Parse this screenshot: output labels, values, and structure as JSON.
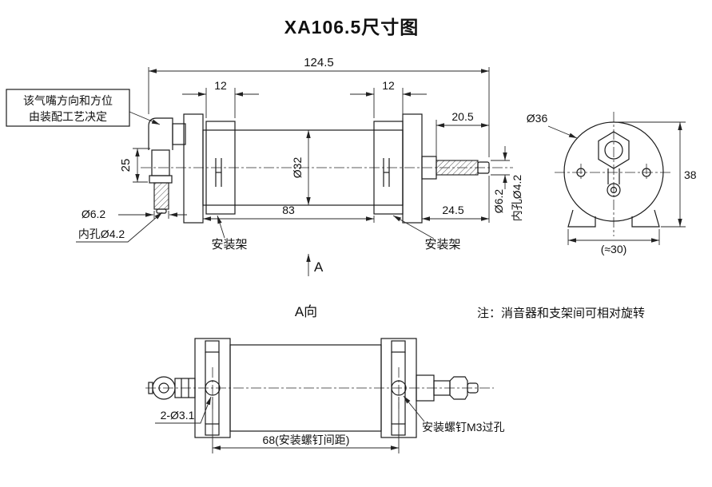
{
  "title": "XA106.5尺寸图",
  "callout": {
    "line1": "该气嘴方向和方位",
    "line2": "由装配工艺决定"
  },
  "main_view": {
    "dim_overall": "124.5",
    "dim_bracket_left": "12",
    "dim_bracket_right": "12",
    "dim_nozzle_exposed": "20.5",
    "dim_body_dia": "Ø32",
    "dim_pipe_len": "25",
    "dim_left_od": "Ø6.2",
    "dim_left_bore": "内孔Ø4.2",
    "dim_body_len": "83",
    "dim_nozzle_len": "24.5",
    "dim_right_od": "Ø6.2",
    "dim_right_bore": "内孔Ø4.2",
    "label_bracket_left": "安装架",
    "label_bracket_right": "安装架",
    "view_letter": "A"
  },
  "end_view": {
    "dim_dia": "Ø36",
    "dim_height": "38",
    "dim_width": "(≈30)"
  },
  "bottom_view": {
    "title": "A向",
    "note": "注：消音器和支架间可相对旋转",
    "dim_holes": "2-Ø3.1",
    "label_screw": "安装螺钉M3过孔",
    "dim_spacing": "68(安装螺钉间距)"
  }
}
